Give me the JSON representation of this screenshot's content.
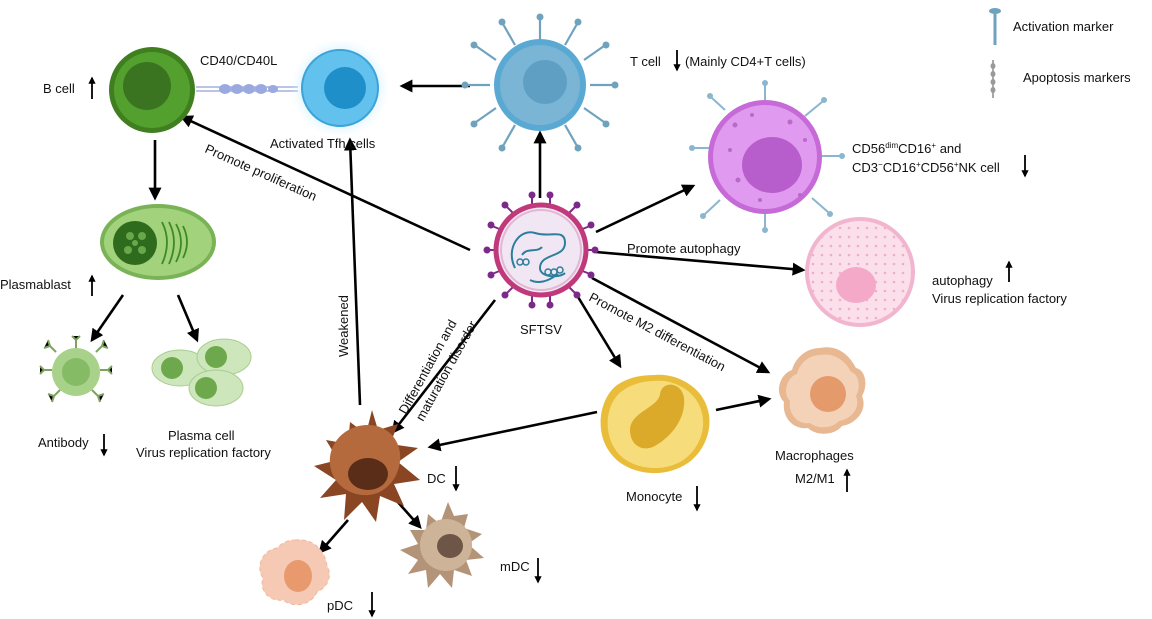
{
  "legend": {
    "activation": "Activation marker",
    "apoptosis": "Apoptosis markers"
  },
  "center": {
    "virus": "SFTSV"
  },
  "cells": {
    "b_cell": "B cell",
    "tfh": "Activated Tfh cells",
    "cd40": "CD40/CD40L",
    "t_cell": "T cell",
    "t_cell_note": "(Mainly CD4+T cells)",
    "nk_line1": "and",
    "nk_line2_a": "CD3",
    "nk_line2_b": "CD16",
    "nk_line2_c": "CD56",
    "nk_line2_d": "NK cell",
    "nk_cd56": "CD56",
    "nk_dim": "dim",
    "nk_cd16": "CD16",
    "plasmablast": "Plasmablast",
    "antibody": "Antibody",
    "plasma_cell": "Plasma cell",
    "virus_factory": "Virus replication factory",
    "autophagy": "autophagy",
    "autophagy_factory": "Virus replication factory",
    "macrophages": "Macrophages",
    "m2m1": "M2/M1",
    "monocyte": "Monocyte",
    "dc": "DC",
    "mdc": "mDC",
    "pdc": "pDC"
  },
  "edges": {
    "promote_proliferation": "Promote proliferation",
    "promote_autophagy": "Promote autophagy",
    "promote_m2": "Promote M2 differentiation",
    "weakened": "Weakened",
    "diff_1": "Differentiation and",
    "diff_2": "maturation disorder"
  },
  "colors": {
    "b_cell": "#4a8f2a",
    "tfh": "#5ab8e8",
    "t_cell": "#7ab5d6",
    "nk": "#d98ae8",
    "plasmablast": "#8dc26a",
    "autophagy_cell": "#f6c9dc",
    "macrophage": "#efc5a4",
    "monocyte": "#f5d56a",
    "dc": "#a0562e",
    "mdc": "#c9ad93",
    "pdc": "#f6c9b4",
    "virus_ring": "#c0397a",
    "virus_spike": "#7c2a8a"
  },
  "indicators": {
    "b_cell": "up",
    "t_cell": "down",
    "nk": "down",
    "plasmablast": "up",
    "autophagy": "up",
    "antibody": "down",
    "monocyte": "down",
    "m2m1": "up",
    "dc": "down",
    "mdc": "down",
    "pdc": "down"
  }
}
